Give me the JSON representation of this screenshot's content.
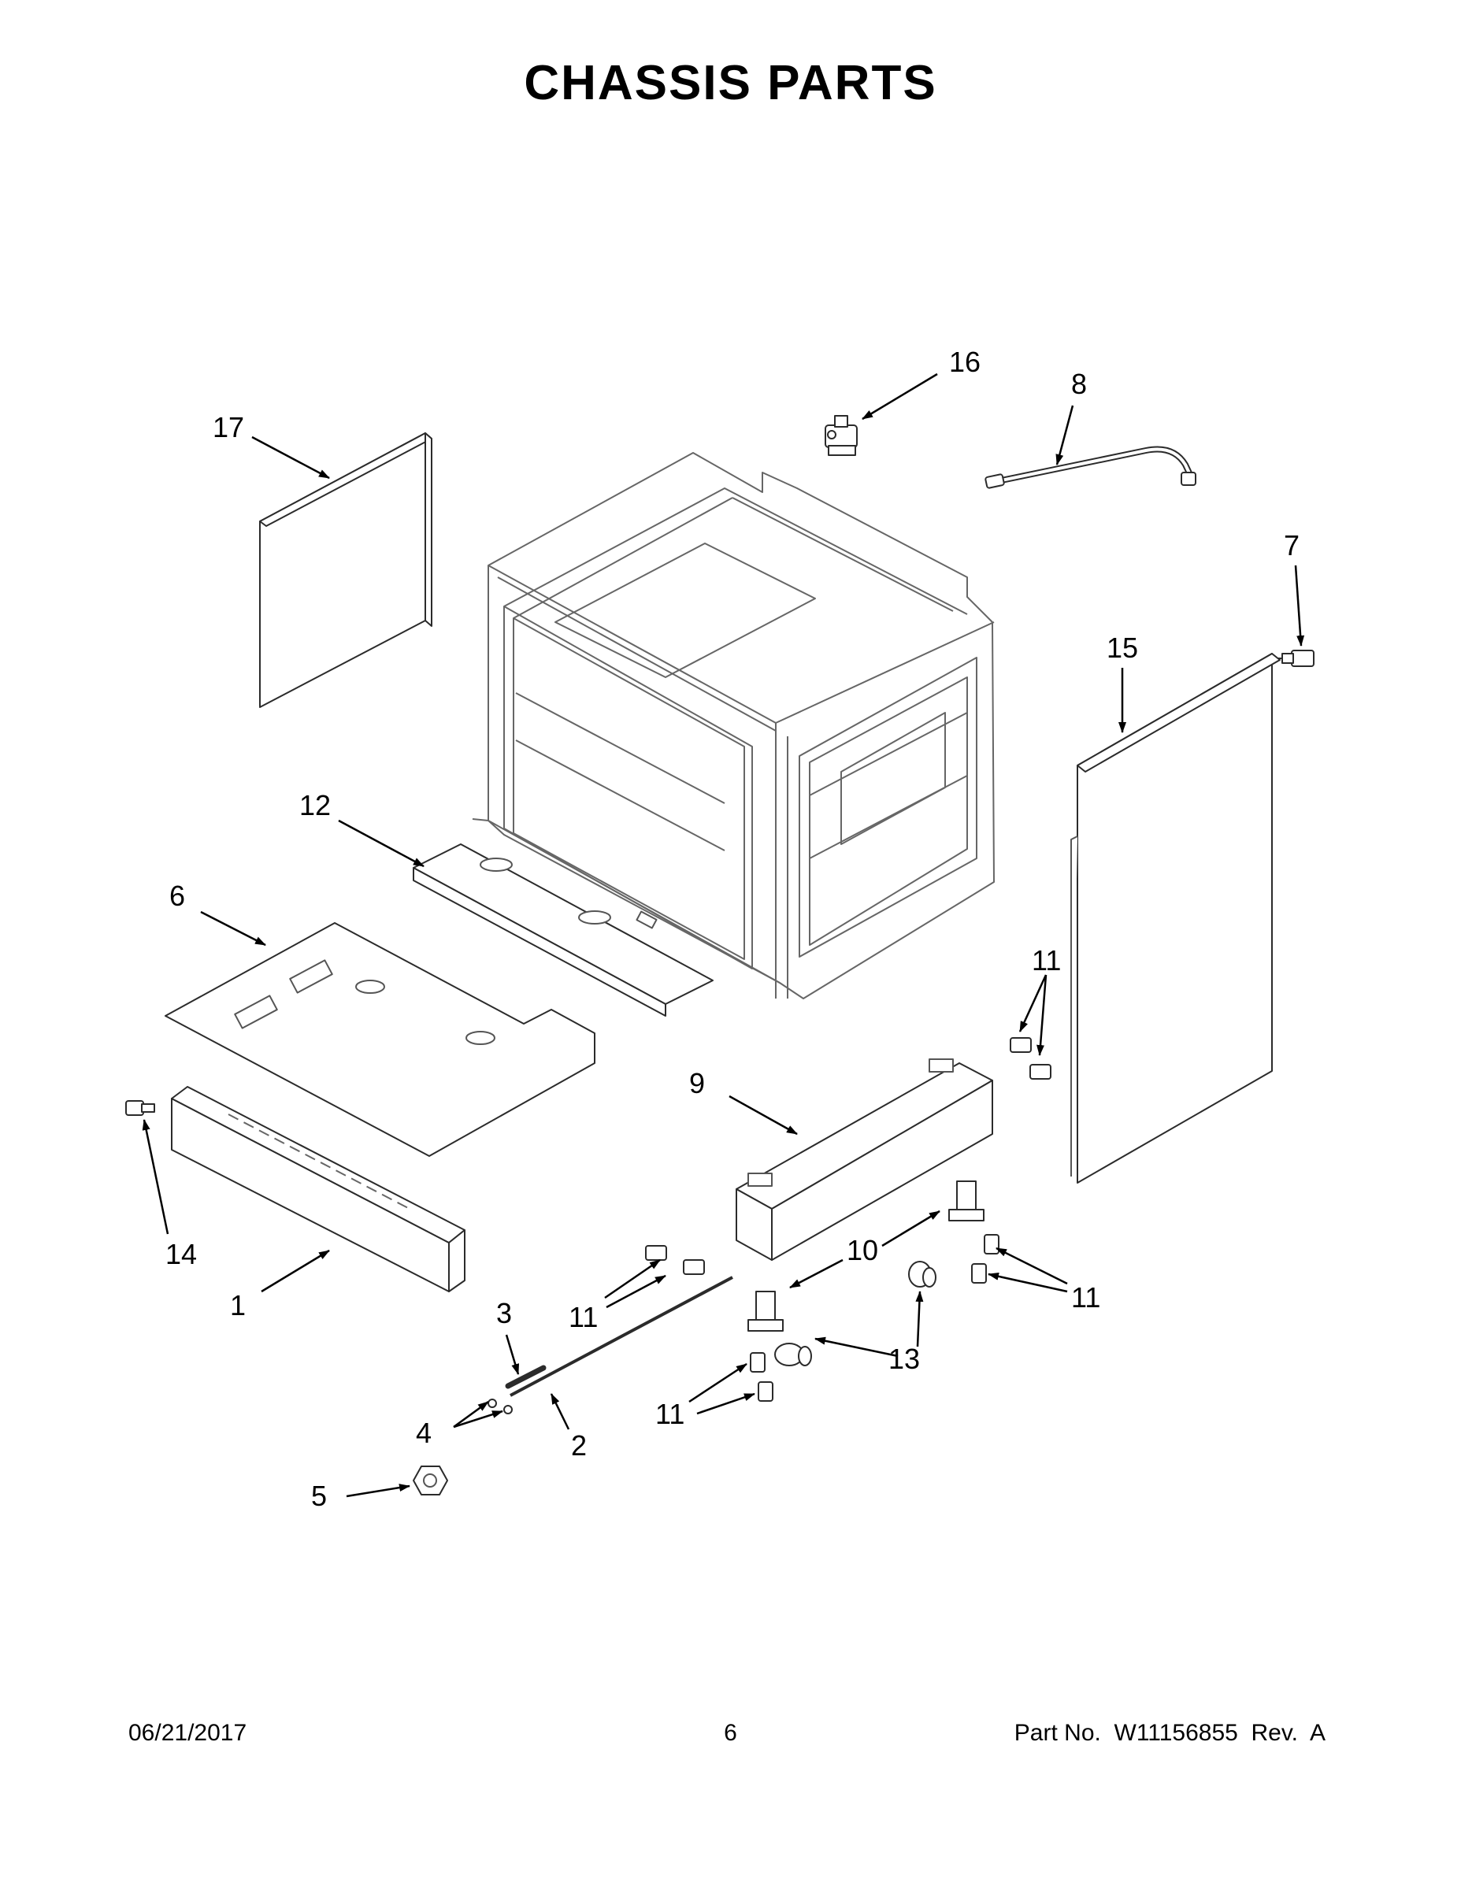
{
  "title": "CHASSIS PARTS",
  "callouts": {
    "c1": "1",
    "c2": "2",
    "c3": "3",
    "c4": "4",
    "c5": "5",
    "c6": "6",
    "c7": "7",
    "c8": "8",
    "c9": "9",
    "c10": "10",
    "c11a": "11",
    "c11b": "11",
    "c11c": "11",
    "c11d": "11",
    "c12": "12",
    "c13": "13",
    "c14": "14",
    "c15": "15",
    "c16": "16",
    "c17": "17"
  },
  "footer": {
    "date": "06/21/2017",
    "page": "6",
    "part_number": "Part No.  W11156855  Rev.  A"
  }
}
